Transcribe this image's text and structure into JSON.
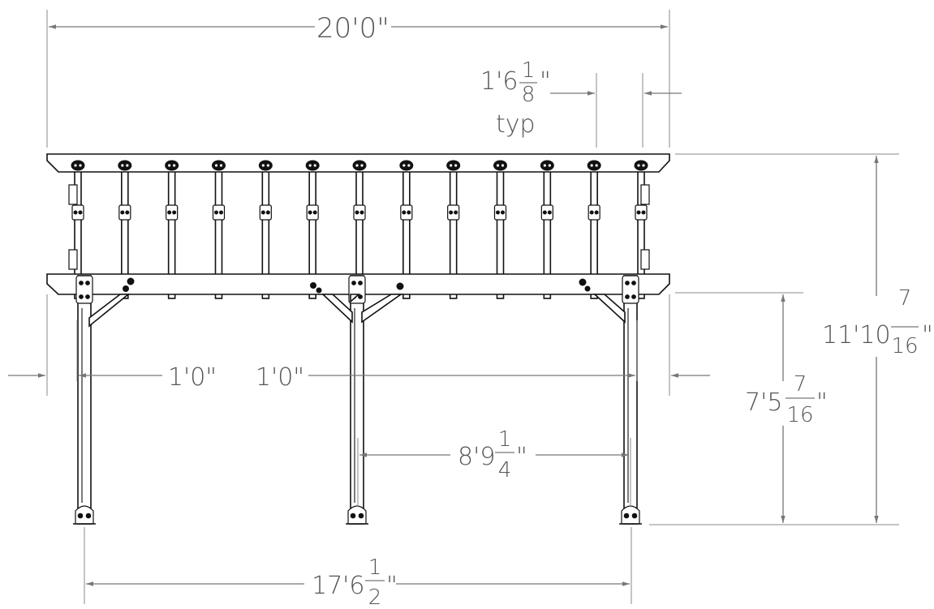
{
  "dimensions": {
    "overall_width": "20'0\"",
    "rafter_spacing": {
      "whole": "1'6",
      "num": "1",
      "den": "8",
      "tail": "\""
    },
    "rafter_spacing_note": "typ",
    "overall_height": {
      "whole": "11'10",
      "num": "7",
      "den": "16",
      "tail": "\""
    },
    "beam_height": {
      "whole": "7'5",
      "num": "7",
      "den": "16",
      "tail": "\""
    },
    "overhang_left": "1'0\"",
    "overhang_right": "1'0\"",
    "post_span": {
      "whole": "8'9",
      "num": "1",
      "den": "4",
      "tail": "\""
    },
    "post_outer_span": {
      "whole": "17'6",
      "num": "1",
      "den": "2",
      "tail": "\""
    }
  },
  "structure": {
    "rafter_count": 13,
    "post_count": 3
  },
  "colors": {
    "dimension": "#777777",
    "structure": "#111111"
  }
}
